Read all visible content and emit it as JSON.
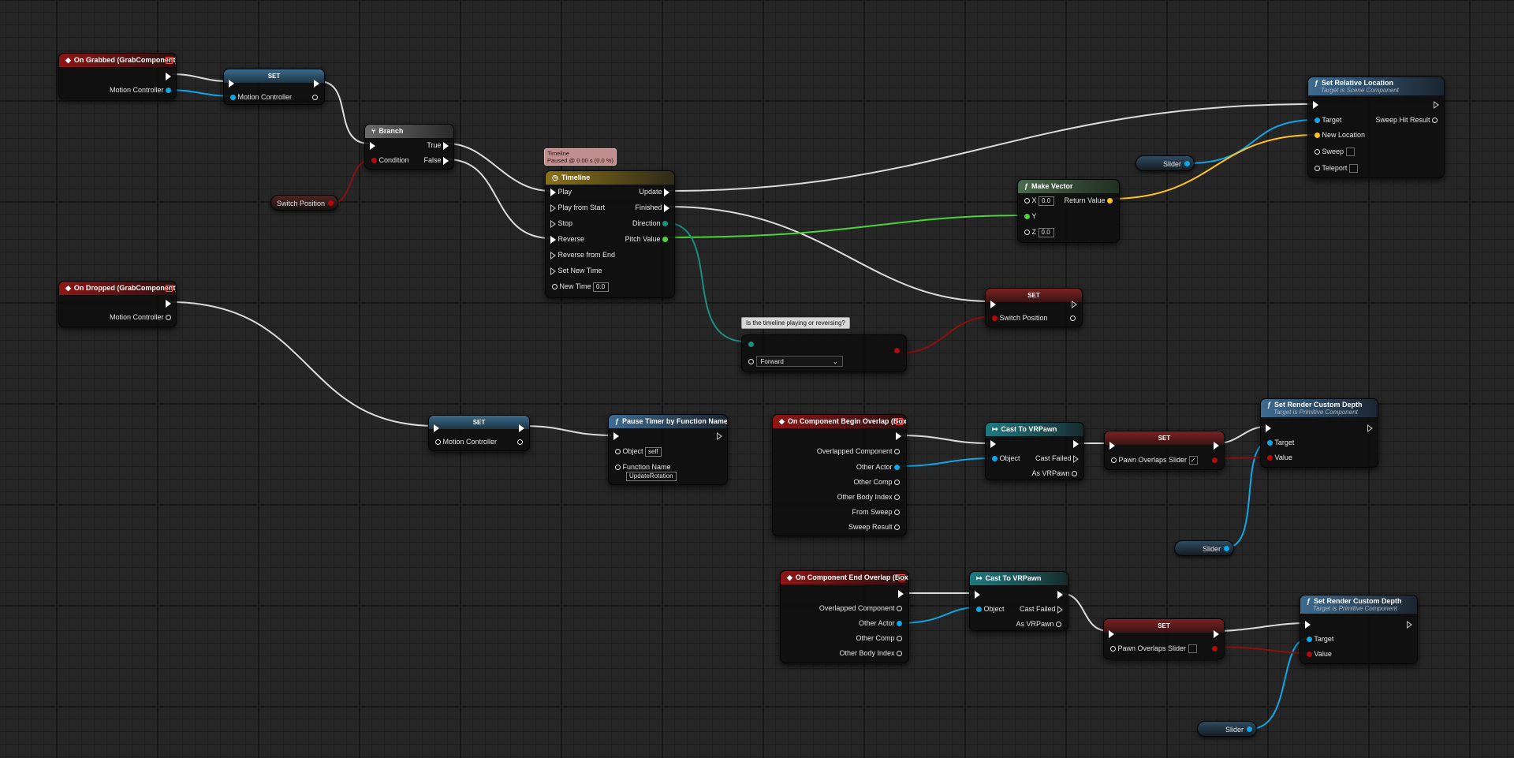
{
  "nodes": {
    "on_grabbed": {
      "title": "On Grabbed (GrabComponent)",
      "pin_motion_controller": "Motion Controller"
    },
    "set_motion_controller_1": {
      "title": "SET",
      "pin_motion_controller": "Motion Controller"
    },
    "branch": {
      "title": "Branch",
      "pin_condition": "Condition",
      "pin_true": "True",
      "pin_false": "False"
    },
    "switch_position_var": {
      "label": "Switch Position"
    },
    "timeline_tag": {
      "line1": "Timeline",
      "line2": "Paused @ 0.00 s (0.0 %)"
    },
    "timeline": {
      "title": "Timeline",
      "pin_play": "Play",
      "pin_play_from_start": "Play from Start",
      "pin_stop": "Stop",
      "pin_reverse": "Reverse",
      "pin_reverse_from_end": "Reverse from End",
      "pin_set_new_time": "Set New Time",
      "pin_new_time": "New Time",
      "new_time_value": "0.0",
      "pin_update": "Update",
      "pin_finished": "Finished",
      "pin_direction": "Direction",
      "pin_pitch_value": "Pitch Value"
    },
    "set_relative_location": {
      "title": "Set Relative Location",
      "subtitle": "Target is Scene Component",
      "pin_target": "Target",
      "pin_new_location": "New Location",
      "pin_sweep": "Sweep",
      "pin_teleport": "Teleport",
      "pin_sweep_hit_result": "Sweep Hit Result"
    },
    "slider_var_1": {
      "label": "Slider"
    },
    "make_vector": {
      "title": "Make Vector",
      "pin_x": "X",
      "x_value": "0.0",
      "pin_y": "Y",
      "pin_z": "Z",
      "z_value": "0.0",
      "pin_return": "Return Value"
    },
    "set_switch_position": {
      "title": "SET",
      "pin_switch_position": "Switch Position"
    },
    "direction_comment": {
      "text": "Is the timeline playing or reversing?"
    },
    "direction_switch": {
      "selected": "Forward"
    },
    "on_dropped": {
      "title": "On Dropped (GrabComponent)",
      "pin_motion_controller": "Motion Controller"
    },
    "set_motion_controller_2": {
      "title": "SET",
      "pin_motion_controller": "Motion Controller"
    },
    "pause_timer": {
      "title": "Pause Timer by Function Name",
      "pin_object": "Object",
      "object_value": "self",
      "pin_function_name": "Function Name",
      "function_name_value": "UpdateRotation"
    },
    "begin_overlap": {
      "title": "On Component Begin Overlap (Box)",
      "pin_overlapped": "Overlapped Component",
      "pin_other_actor": "Other Actor",
      "pin_other_comp": "Other Comp",
      "pin_other_body": "Other Body Index",
      "pin_from_sweep": "From Sweep",
      "pin_sweep_result": "Sweep Result"
    },
    "cast_1": {
      "title": "Cast To VRPawn",
      "pin_object": "Object",
      "pin_cast_failed": "Cast Failed",
      "pin_as": "As VRPawn"
    },
    "set_overlaps_1": {
      "title": "SET",
      "pin_label": "Pawn Overlaps Slider",
      "checked": "✓"
    },
    "render_depth_1": {
      "title": "Set Render Custom Depth",
      "subtitle": "Target is Primitive Component",
      "pin_target": "Target",
      "pin_value": "Value"
    },
    "slider_var_2": {
      "label": "Slider"
    },
    "end_overlap": {
      "title": "On Component End Overlap (Box)",
      "pin_overlapped": "Overlapped Component",
      "pin_other_actor": "Other Actor",
      "pin_other_comp": "Other Comp",
      "pin_other_body": "Other Body Index"
    },
    "cast_2": {
      "title": "Cast To VRPawn",
      "pin_object": "Object",
      "pin_cast_failed": "Cast Failed",
      "pin_as": "As VRPawn"
    },
    "set_overlaps_2": {
      "title": "SET",
      "pin_label": "Pawn Overlaps Slider"
    },
    "render_depth_2": {
      "title": "Set Render Custom Depth",
      "subtitle": "Target is Primitive Component",
      "pin_target": "Target",
      "pin_value": "Value"
    },
    "slider_var_3": {
      "label": "Slider"
    }
  },
  "colors": {
    "exec": "#ffffff",
    "object": "#11a6e6",
    "bool": "#b30b0b",
    "float": "#4ed13d",
    "vector": "#ffc21e",
    "enum": "#1b8f7f",
    "name": "#e22fe2",
    "background": "#262626"
  },
  "icons": {
    "event": "event-diamond-icon",
    "function": "function-f-icon",
    "branch": "branch-icon",
    "timeline": "clock-icon",
    "cast": "cast-arrow-icon"
  }
}
